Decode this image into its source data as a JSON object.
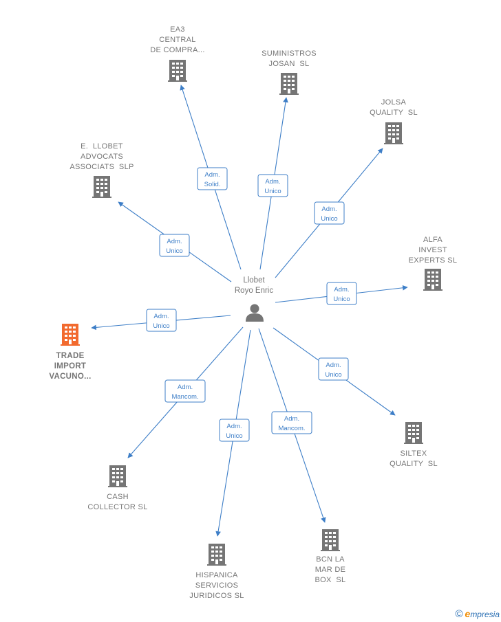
{
  "center": {
    "name_lines": [
      "Llobet",
      "Royo Enric"
    ],
    "icon": "person-icon"
  },
  "colors": {
    "edge": "#3d7ec7",
    "building": "#757575",
    "highlight": "#f26a2e",
    "label": "#757575"
  },
  "nodes": [
    {
      "id": "ea3",
      "lines": [
        "EA3",
        "CENTRAL",
        "DE COMPRA..."
      ],
      "role": [
        "Adm.",
        "Solid."
      ],
      "highlight": false
    },
    {
      "id": "suministros-josan",
      "lines": [
        "SUMINISTROS",
        "JOSAN  SL"
      ],
      "role": [
        "Adm.",
        "Unico"
      ],
      "highlight": false
    },
    {
      "id": "jolsa-quality",
      "lines": [
        "JOLSA",
        "QUALITY  SL"
      ],
      "role": [
        "Adm.",
        "Unico"
      ],
      "highlight": false
    },
    {
      "id": "e-llobet-advocats",
      "lines": [
        "E.  LLOBET",
        "ADVOCATS",
        "ASSOCIATS  SLP"
      ],
      "role": [
        "Adm.",
        "Unico"
      ],
      "highlight": false
    },
    {
      "id": "alfa-invest",
      "lines": [
        "ALFA",
        "INVEST",
        "EXPERTS SL"
      ],
      "role": [
        "Adm.",
        "Unico"
      ],
      "highlight": false
    },
    {
      "id": "trade-import",
      "lines": [
        "TRADE",
        "IMPORT",
        "VACUNO..."
      ],
      "role": [
        "Adm.",
        "Unico"
      ],
      "highlight": true
    },
    {
      "id": "siltex-quality",
      "lines": [
        "SILTEX",
        "QUALITY  SL"
      ],
      "role": [
        "Adm.",
        "Unico"
      ],
      "highlight": false
    },
    {
      "id": "cash-collector",
      "lines": [
        "CASH",
        "COLLECTOR SL"
      ],
      "role": [
        "Adm.",
        "Mancom."
      ],
      "highlight": false
    },
    {
      "id": "hispanica-servicios",
      "lines": [
        "HISPANICA",
        "SERVICIOS",
        "JURIDICOS SL"
      ],
      "role": [
        "Adm.",
        "Unico"
      ],
      "highlight": false
    },
    {
      "id": "bcn-la-mar",
      "lines": [
        "BCN LA",
        "MAR DE",
        "BOX  SL"
      ],
      "role": [
        "Adm.",
        "Mancom."
      ],
      "highlight": false
    }
  ],
  "footer": {
    "copyright": "©",
    "brand_initial": "e",
    "brand_rest": "mpresia"
  }
}
